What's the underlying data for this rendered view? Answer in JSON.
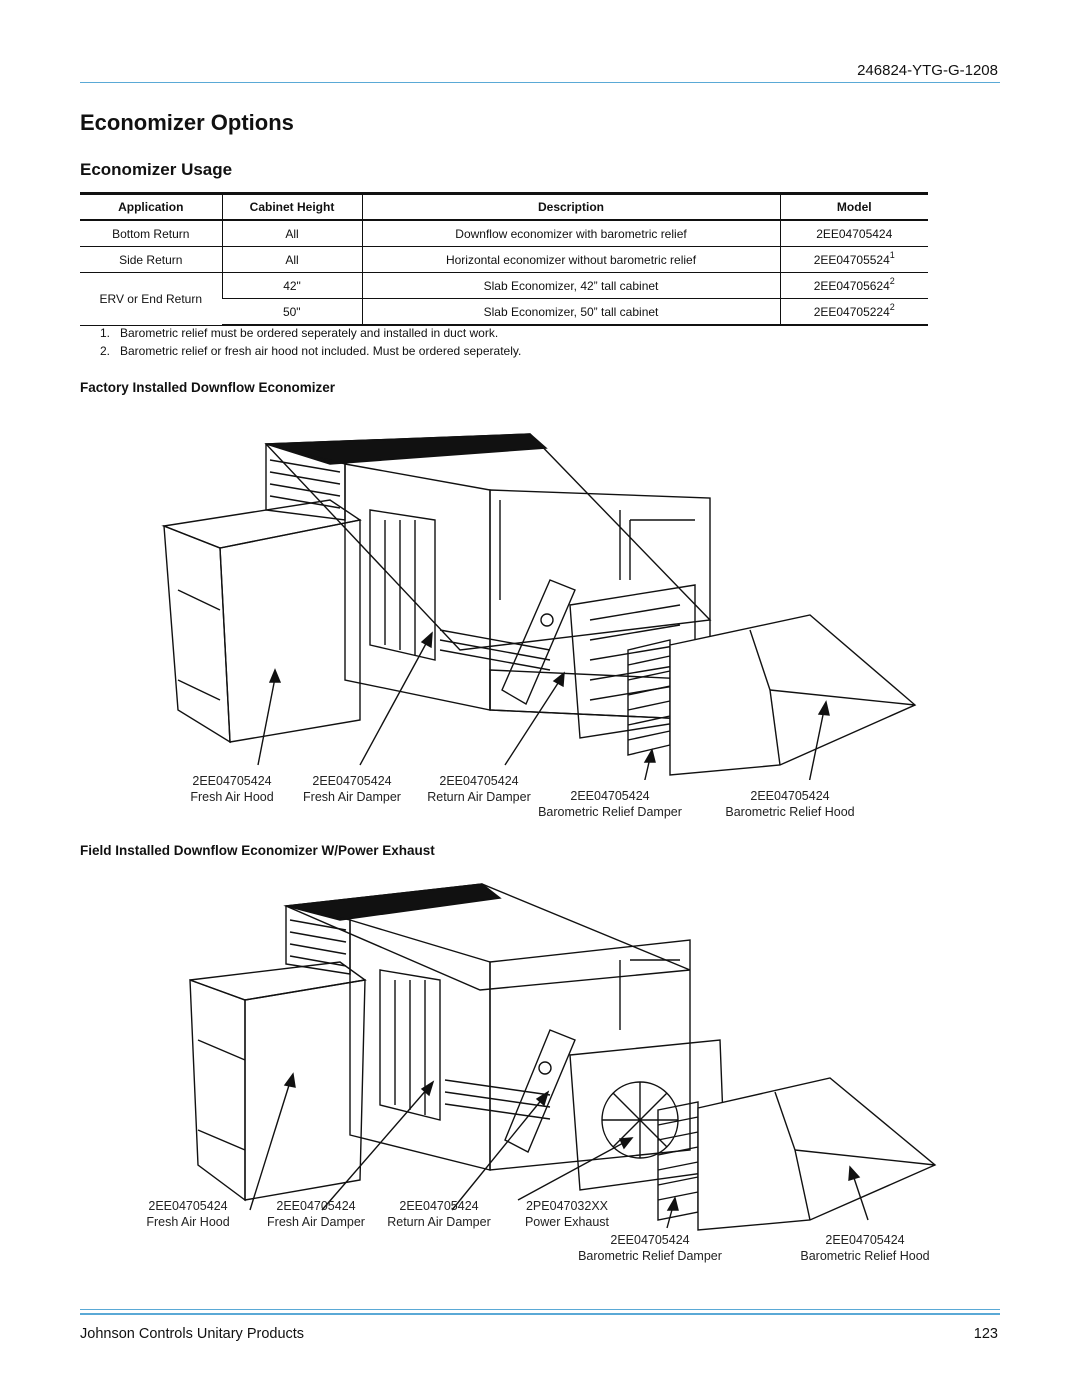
{
  "header": {
    "doc_number": "246824-YTG-G-1208"
  },
  "titles": {
    "page_title": "Economizer Options",
    "section_title": "Economizer Usage",
    "figure1_title": "Factory Installed Downflow Economizer",
    "figure2_title": "Field Installed Downflow Economizer W/Power Exhaust"
  },
  "table": {
    "headers": {
      "application": "Application",
      "cabinet_height": "Cabinet Height",
      "description": "Description",
      "model": "Model"
    },
    "rows": [
      {
        "application": "Bottom Return",
        "cabinet_height": "All",
        "description": "Downflow economizer with barometric relief",
        "model": "2EE04705424",
        "sup": ""
      },
      {
        "application": "Side Return",
        "cabinet_height": "All",
        "description": "Horizontal economizer without barometric relief",
        "model": "2EE04705524",
        "sup": "1"
      },
      {
        "application": "ERV or End Return",
        "cabinet_height": "42\"",
        "description": "Slab Economizer,  42” tall cabinet",
        "model": "2EE04705624",
        "sup": "2"
      },
      {
        "application": "",
        "cabinet_height": "50\"",
        "description": "Slab Economizer,  50” tall cabinet",
        "model": "2EE04705224",
        "sup": "2"
      }
    ]
  },
  "notes": [
    {
      "num": "1.",
      "text": "Barometric relief must be ordered seperately and installed in duct work."
    },
    {
      "num": "2.",
      "text": "Barometric relief or fresh air hood not included.  Must be ordered seperately."
    }
  ],
  "figure1": {
    "labels": [
      {
        "part": "2EE04705424",
        "name": "Fresh Air Hood"
      },
      {
        "part": "2EE04705424",
        "name": "Fresh Air Damper"
      },
      {
        "part": "2EE04705424",
        "name": "Return Air Damper"
      },
      {
        "part": "2EE04705424",
        "name": "Barometric Relief Damper"
      },
      {
        "part": "2EE04705424",
        "name": "Barometric Relief Hood"
      }
    ]
  },
  "figure2": {
    "labels": [
      {
        "part": "2EE04705424",
        "name": "Fresh Air Hood"
      },
      {
        "part": "2EE04705424",
        "name": "Fresh Air Damper"
      },
      {
        "part": "2EE04705424",
        "name": "Return Air Damper"
      },
      {
        "part": "2PE047032XX",
        "name": "Power Exhaust"
      },
      {
        "part": "2EE04705424",
        "name": "Barometric Relief Damper"
      },
      {
        "part": "2EE04705424",
        "name": "Barometric Relief Hood"
      }
    ]
  },
  "footer": {
    "company": "Johnson Controls Unitary Products",
    "page_number": "123"
  },
  "colors": {
    "accent_rule": "#5aa9d6",
    "ink": "#111111"
  }
}
